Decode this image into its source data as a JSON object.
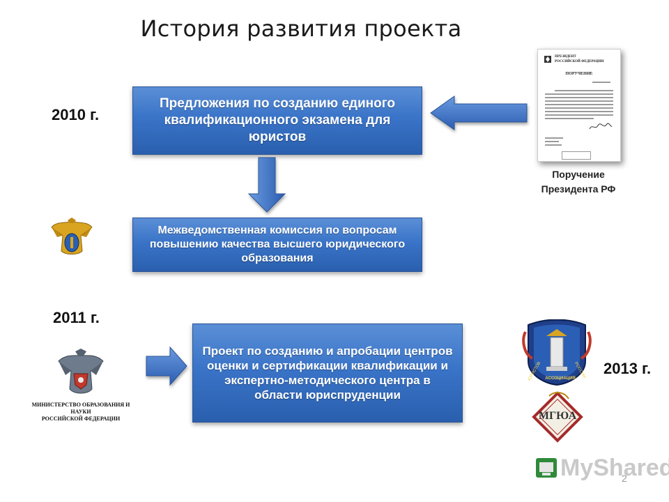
{
  "title": "История развития проекта",
  "years": {
    "y2010": "2010 г.",
    "y2011": "2011 г.",
    "y2013": "2013 г."
  },
  "boxes": {
    "proposals": "Предложения по созданию единого квалификационного экзамена для юристов",
    "commission": "Межведомственная комиссия по вопросам повышению качества высшего юридического образования",
    "project": "Проект по созданию и апробации центров оценки и сертификации квалификации и экспертно-методического центра в области юриспруденции"
  },
  "president": {
    "caption_line1": "Поручение",
    "caption_line2": "Президента РФ",
    "doc_header_line1": "ПРЕЗИДЕНТ",
    "doc_header_line2": "РОССИЙСКОЙ ФЕДЕРАЦИИ",
    "doc_title": "ПОРУЧЕНИЕ"
  },
  "ministry": {
    "line1": "МИНИСТЕРСТВО ОБРАЗОВАНИЯ И НАУКИ",
    "line2": "РОССИЙСКОЙ ФЕДЕРАЦИИ"
  },
  "logos": {
    "mgua": "МГЮА",
    "association_left": "ЮРИСТОВ",
    "association_right": "РОССИИ",
    "association_bottom": "АССОЦИАЦИЯ"
  },
  "watermark": "MyShared",
  "page_number": "2",
  "colors": {
    "box_blue": "#3a74c8",
    "arrow_blue": "#3b6fc4",
    "crest_gold": "#d9a520",
    "crest_red": "#b22222"
  }
}
